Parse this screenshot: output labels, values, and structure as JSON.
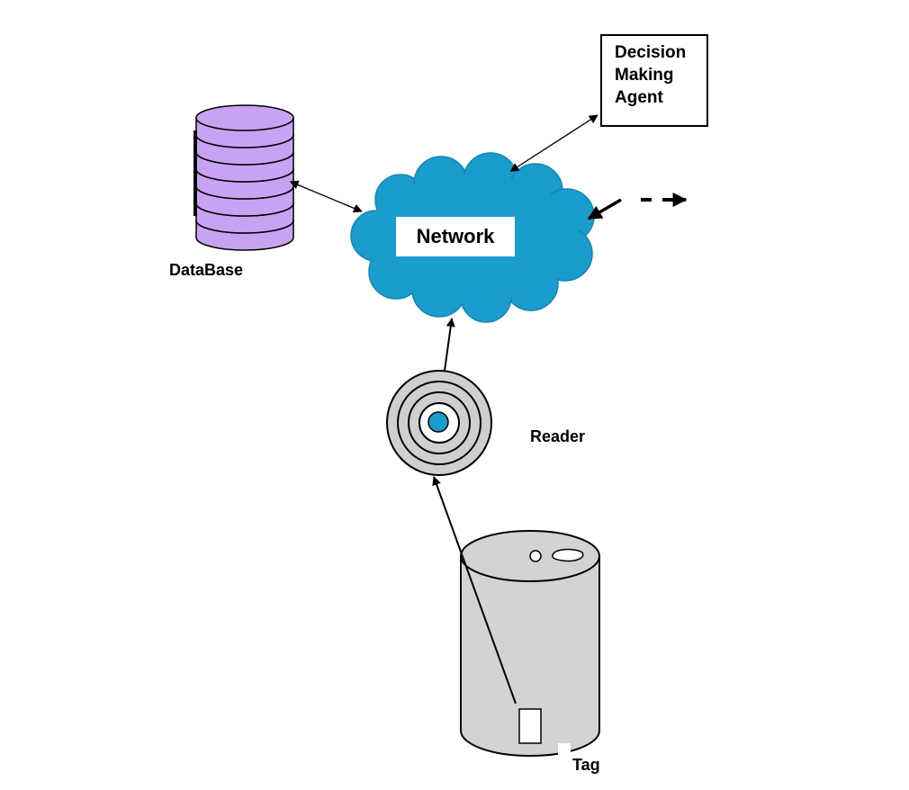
{
  "labels": {
    "network": "Network",
    "database": "DataBase",
    "reader": "Reader",
    "tag": "Tag",
    "decision_agent": "Decision\nMaking\nAgent"
  },
  "colors": {
    "cloud": "#1a9ccc",
    "cloud_outline": "#1486b3",
    "database": "#c8a3f2",
    "reader_rings": "#cfcfcf",
    "reader_center": "#1a9ccc",
    "tag_body": "#d3d3d3"
  }
}
